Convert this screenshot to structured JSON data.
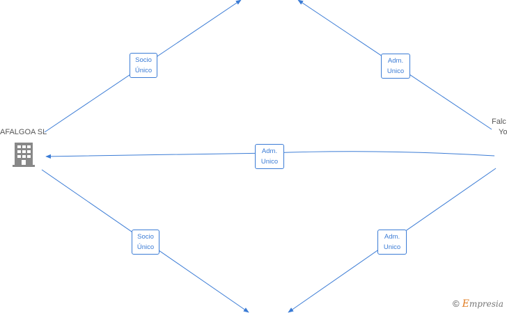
{
  "nodes": {
    "left_company": {
      "label": "AFALGOA  SL",
      "icon": "building-icon"
    },
    "right_person": {
      "label_line1": "Falc",
      "label_line2": "Yo"
    }
  },
  "edges": {
    "top_left": {
      "line1": "Socio",
      "line2": "Único"
    },
    "top_right": {
      "line1": "Adm.",
      "line2": "Unico"
    },
    "middle": {
      "line1": "Adm.",
      "line2": "Unico"
    },
    "bottom_left": {
      "line1": "Socio",
      "line2": "Único"
    },
    "bottom_right": {
      "line1": "Adm.",
      "line2": "Unico"
    }
  },
  "watermark": {
    "symbol": "©",
    "brand_initial": "E",
    "brand_rest": "mpresia"
  },
  "colors": {
    "edge": "#3a7bd5",
    "icon": "#888888",
    "text": "#555555",
    "brand_accent": "#e07b1f"
  }
}
